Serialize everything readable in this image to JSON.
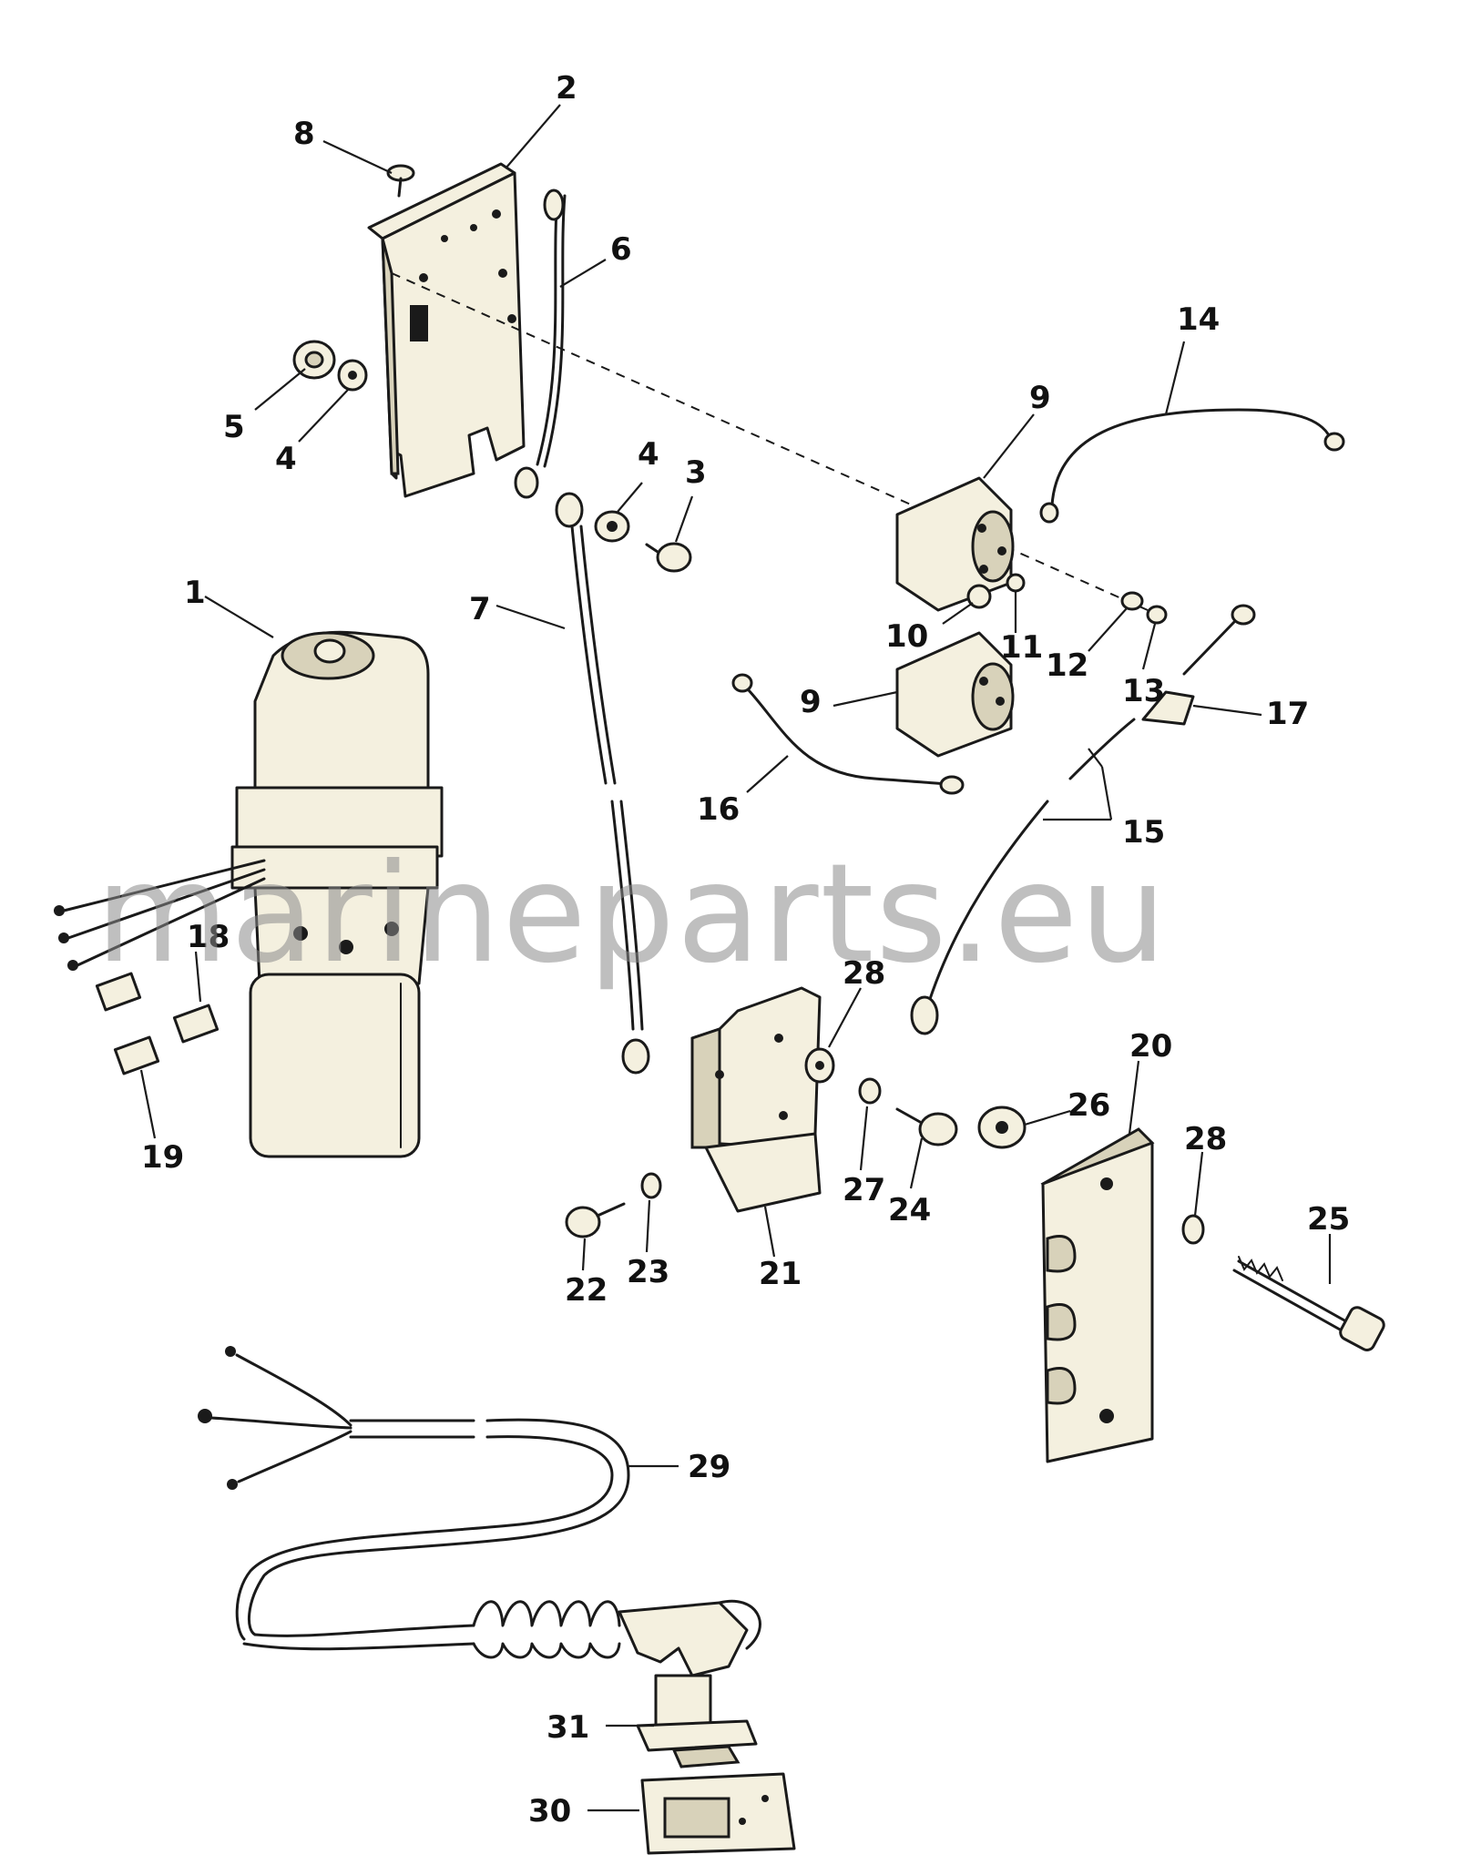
{
  "watermark": "marineparts.eu",
  "callouts": {
    "c1": "1",
    "c2": "2",
    "c3": "3",
    "c4a": "4",
    "c4b": "4",
    "c5": "5",
    "c6": "6",
    "c7": "7",
    "c8": "8",
    "c9a": "9",
    "c9b": "9",
    "c10": "10",
    "c11": "11",
    "c12": "12",
    "c13": "13",
    "c14": "14",
    "c15": "15",
    "c16": "16",
    "c17": "17",
    "c18": "18",
    "c19": "19",
    "c20": "20",
    "c21": "21",
    "c22": "22",
    "c23": "23",
    "c24": "24",
    "c25": "25",
    "c26": "26",
    "c27": "27",
    "c28a": "28",
    "c28b": "28",
    "c29": "29",
    "c30": "30",
    "c31": "31"
  }
}
